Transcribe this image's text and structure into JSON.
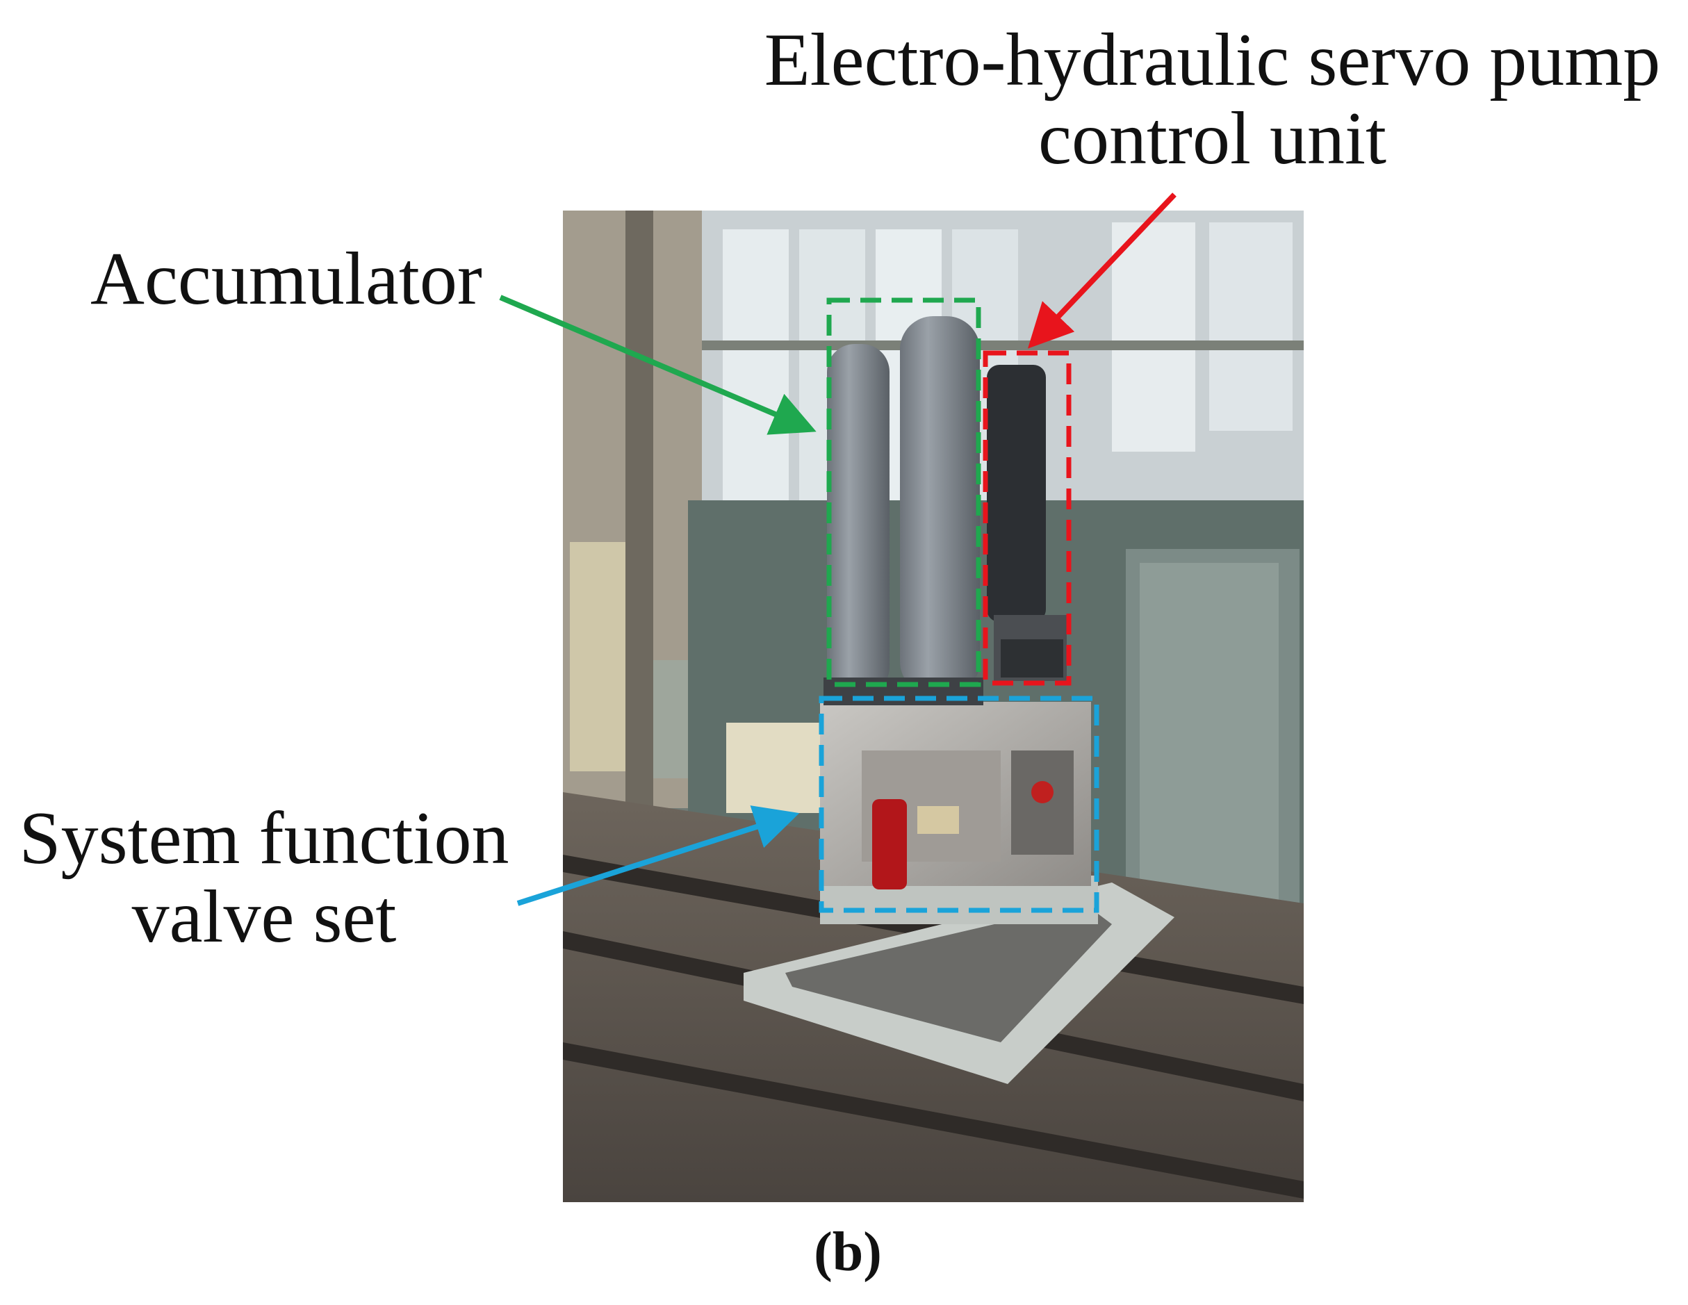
{
  "labels": {
    "pump_line1": "Electro-hydraulic servo pump",
    "pump_line2": "control unit",
    "accumulator": "Accumulator",
    "valve_line1": "System function",
    "valve_line2": "valve set",
    "caption": "(b)"
  },
  "colors": {
    "accumulator_marker": "#1fa84f",
    "pump_marker": "#e8141c",
    "valve_marker": "#1aa3d9",
    "background": "#ffffff"
  }
}
